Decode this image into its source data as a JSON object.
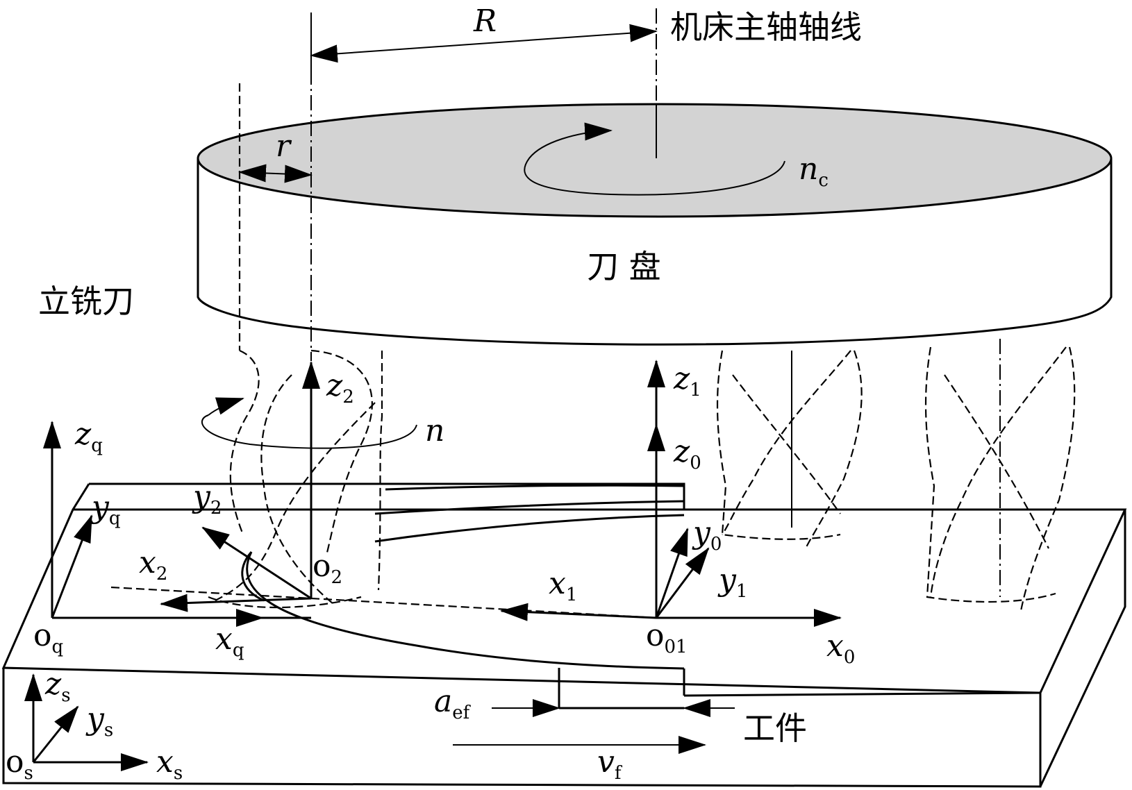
{
  "labels": {
    "spindle_axis": "机床主轴轴线",
    "cutter_disc": "刀 盘",
    "end_mill": "立铣刀",
    "workpiece": "工件",
    "R": "R",
    "r": "r",
    "n": "n",
    "n_c": {
      "main": "n",
      "sub": "c"
    },
    "z2": {
      "main": "z",
      "sub": "2"
    },
    "z1": {
      "main": "z",
      "sub": "1"
    },
    "z0": {
      "main": "z",
      "sub": "0"
    },
    "zq": {
      "main": "z",
      "sub": "q"
    },
    "yq": {
      "main": "y",
      "sub": "q"
    },
    "y2": {
      "main": "y",
      "sub": "2"
    },
    "x2": {
      "main": "x",
      "sub": "2"
    },
    "o2": {
      "main": "o",
      "sub": "2"
    },
    "x1": {
      "main": "x",
      "sub": "1"
    },
    "y0": {
      "main": "y",
      "sub": "0"
    },
    "y1": {
      "main": "y",
      "sub": "1"
    },
    "oq": {
      "main": "o",
      "sub": "q"
    },
    "xq": {
      "main": "x",
      "sub": "q"
    },
    "o01": {
      "main": "o",
      "sub": "01"
    },
    "x0": {
      "main": "x",
      "sub": "0"
    },
    "zs": {
      "main": "z",
      "sub": "s"
    },
    "ys": {
      "main": "y",
      "sub": "s"
    },
    "os": {
      "main": "o",
      "sub": "s"
    },
    "xs": {
      "main": "x",
      "sub": "s"
    },
    "aef": {
      "main": "a",
      "sub": "ef"
    },
    "vf": {
      "main": "v",
      "sub": "f"
    }
  }
}
